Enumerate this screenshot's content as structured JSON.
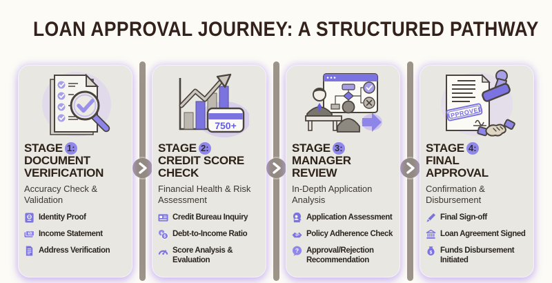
{
  "title": "LOAN APPROVAL JOURNEY: A STRUCTURED PATHWAY",
  "colors": {
    "page_bg": "#fcfbf6",
    "title_text": "#33221c",
    "card_bg": "#e9e7e1",
    "card_glow": "#c5aef3",
    "accent_purple": "#7b73e0",
    "accent_purple_light": "#a79fe8",
    "badge_bg": "#8f88ea",
    "connector_gray": "#9c9489",
    "list_icon_purple": "#7b73e0"
  },
  "stages": [
    {
      "stage_word": "STAGE",
      "stage_number": "1:",
      "title_line1": "DOCUMENT",
      "title_line2": "VERIFICATION",
      "subtitle": "Accuracy Check & Validation",
      "illustration": "checklist-with-magnifier",
      "items": [
        {
          "icon": "passport-icon",
          "label": "Identity Proof"
        },
        {
          "icon": "cash-icon",
          "label": "Income Statement"
        },
        {
          "icon": "document-icon",
          "label": "Address Verification"
        }
      ]
    },
    {
      "stage_word": "STAGE",
      "stage_number": "2:",
      "title_line1": "CREDIT SCORE",
      "title_line2": "CHECK",
      "subtitle": "Financial Health & Risk Assessment",
      "illustration": "bar-chart-credit-card",
      "credit_card_text": "750+",
      "items": [
        {
          "icon": "id-card-icon",
          "label": "Credit Bureau Inquiry"
        },
        {
          "icon": "coins-icon",
          "label": "Debt-to-Income Ratio"
        },
        {
          "icon": "gauge-icon",
          "label": "Score Analysis & Evaluation"
        }
      ]
    },
    {
      "stage_word": "STAGE",
      "stage_number": "3:",
      "title_line1": "MANAGER",
      "title_line2": "REVIEW",
      "subtitle": "In-Depth Application Analysis",
      "illustration": "manager-interview-flowchart",
      "items": [
        {
          "icon": "applicant-icon",
          "label": "Application Assessment"
        },
        {
          "icon": "handshake-icon",
          "label": "Policy Adherence Check"
        },
        {
          "icon": "question-icon",
          "label": "Approval/Rejection Recommendation"
        }
      ]
    },
    {
      "stage_word": "STAGE",
      "stage_number": "4:",
      "title_line1": "FINAL",
      "title_line2": "APPROVAL",
      "subtitle": "Confirmation & Disbursement",
      "illustration": "approved-stamp-handshake",
      "stamp_text": "APPROVED",
      "items": [
        {
          "icon": "pen-icon",
          "label": "Final Sign-off"
        },
        {
          "icon": "bank-icon",
          "label": "Loan Agreement Signed"
        },
        {
          "icon": "money-bag-icon",
          "label": "Funds Disbursement Initiated"
        }
      ]
    }
  ]
}
